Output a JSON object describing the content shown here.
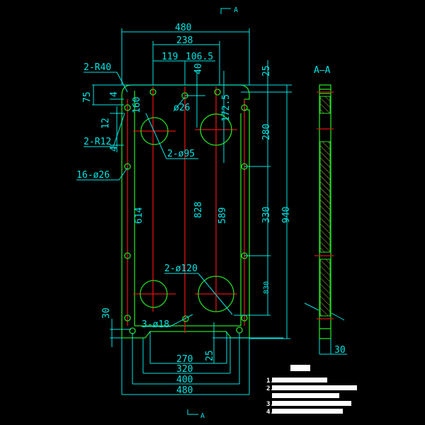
{
  "section_marks": {
    "top": "A",
    "bottom": "A",
    "section_title": "A—A"
  },
  "dimensions": {
    "top_width": "480",
    "port_spacing": "238",
    "left_offset": "119",
    "right_offset": "106.5",
    "d40": "40",
    "d25_top": "25",
    "d75": "75",
    "d4_a": "4",
    "d12": "12",
    "d4_b": "4",
    "d160": "160",
    "d172_5": "172.5",
    "d614": "614",
    "d828": "828",
    "d589": "589",
    "d280": "280",
    "d330": "330",
    "d830": "830",
    "d940": "940",
    "d30_left": "30",
    "d25_bottom": "25",
    "d270": "270",
    "d320": "320",
    "d400": "400",
    "d480_bottom": "480",
    "section_thickness": "30"
  },
  "callouts": {
    "r40": "2-R40",
    "r12": "2-R12",
    "holes16": "16-ø26",
    "hole26": "ø26",
    "ports95": "2-ø95",
    "ports120": "2-ø120",
    "holes18": "3-ø18"
  },
  "notes": {
    "items": [
      "1.",
      "2.",
      "3.",
      "4."
    ]
  },
  "colors": {
    "background": "#000000",
    "dimension": "#00e5e5",
    "outline": "#22dd22",
    "centerline": "#e01010",
    "hatch": "#c8b040",
    "notes": "#ffffff"
  }
}
